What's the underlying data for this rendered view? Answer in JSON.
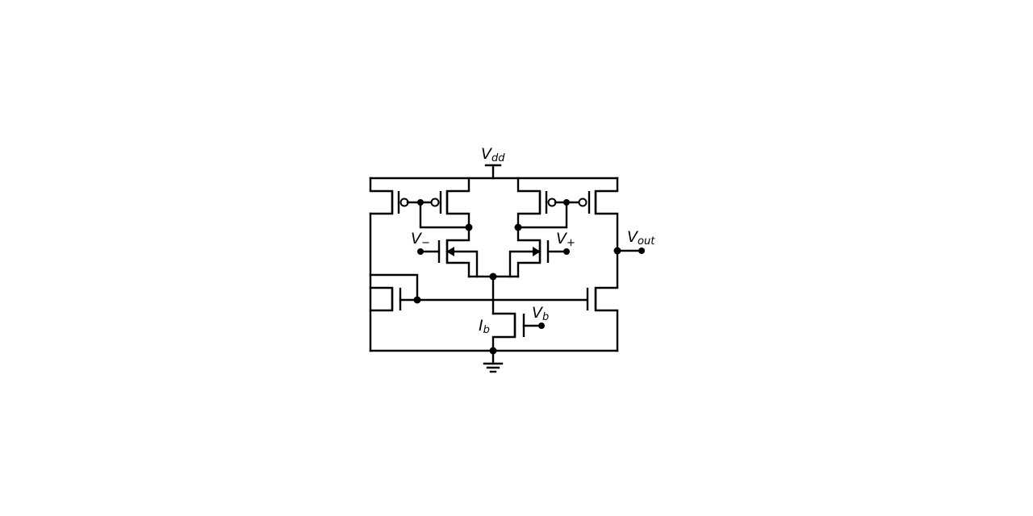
{
  "labels": {
    "vdd": {
      "main": "V",
      "sub": "dd"
    },
    "vminus": {
      "main": "V",
      "sub": "−"
    },
    "vplus": {
      "main": "V",
      "sub": "+"
    },
    "vout": {
      "main": "V",
      "sub": "out"
    },
    "vb": {
      "main": "V",
      "sub": "b"
    },
    "ib": {
      "main": "I",
      "sub": "b"
    }
  },
  "colors": {
    "stroke": "#000000",
    "background": "#ffffff"
  }
}
